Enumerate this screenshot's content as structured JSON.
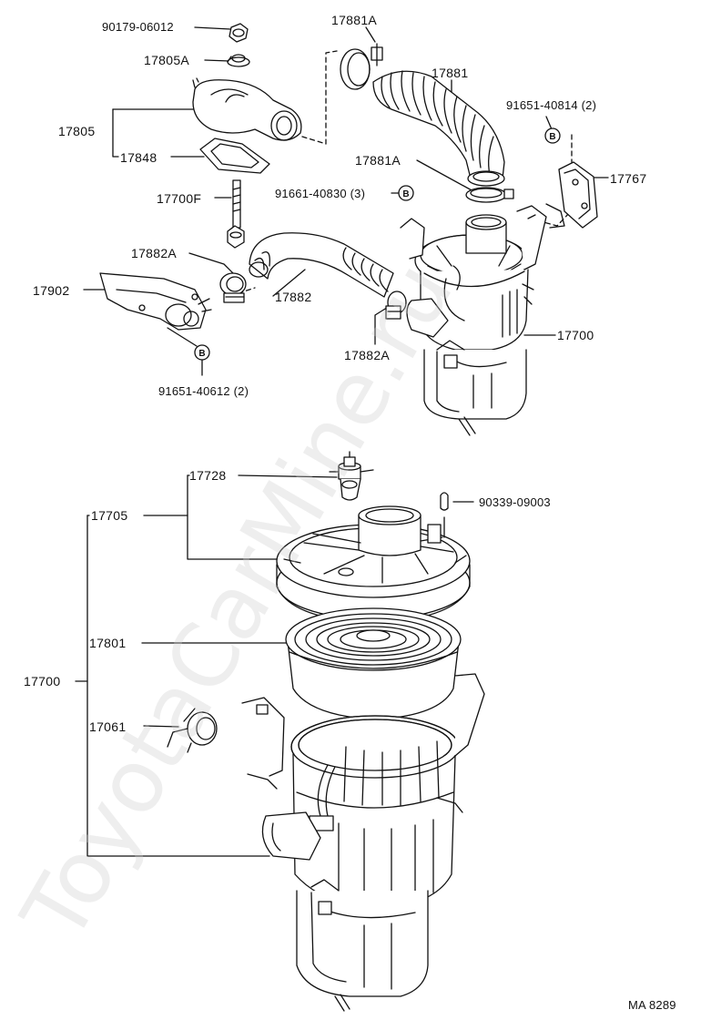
{
  "diagram_code": "MA 8289",
  "watermark": "ToyotaCarMine.ru",
  "bolt_symbol": "B",
  "labels": {
    "p90179": "90179-06012",
    "p17805A": "17805A",
    "p17805": "17805",
    "p17848": "17848",
    "p17881A_top": "17881A",
    "p17881": "17881",
    "p91651_40814": "91651-40814 (2)",
    "p17881A_mid": "17881A",
    "p17767": "17767",
    "p17700F": "17700F",
    "p91661": "91661-40830 (3)",
    "p17882A_top": "17882A",
    "p17902": "17902",
    "p17882": "17882",
    "p17700_top": "17700",
    "p17882A_bot": "17882A",
    "p91651_40612": "91651-40612 (2)",
    "p17728": "17728",
    "p90339": "90339-09003",
    "p17705": "17705",
    "p17801": "17801",
    "p17700_main": "17700",
    "p17061": "17061"
  }
}
